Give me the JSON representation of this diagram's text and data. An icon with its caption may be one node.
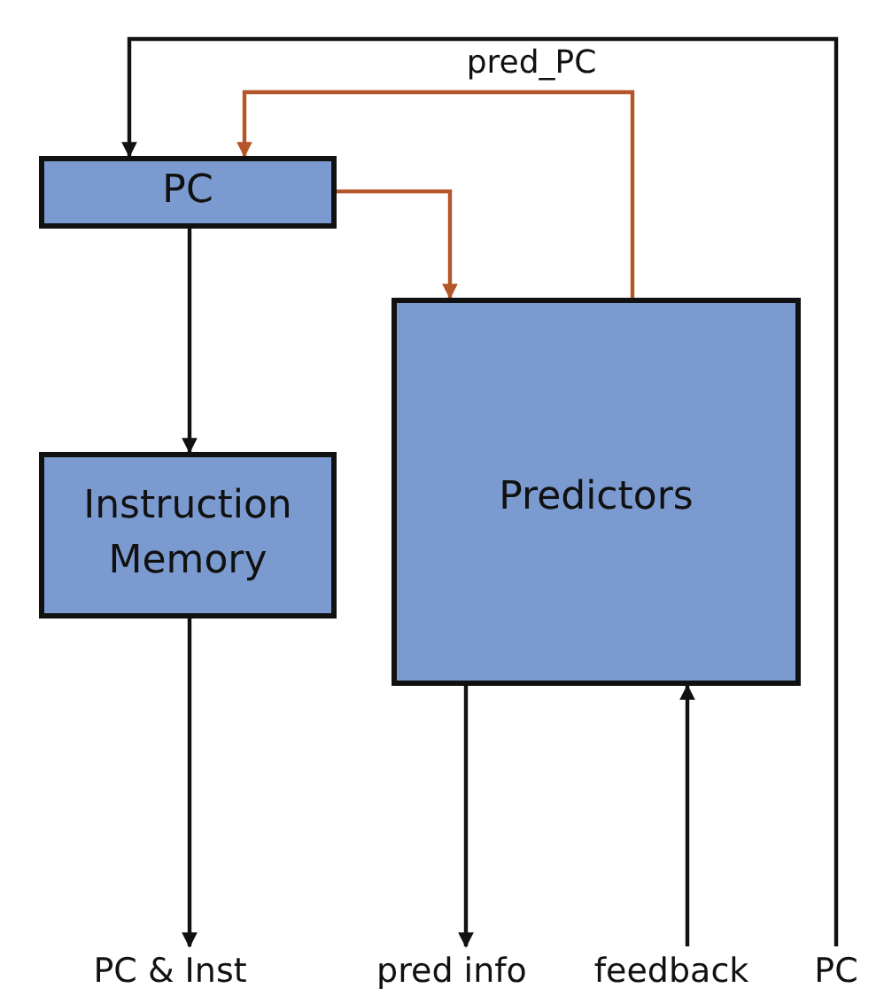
{
  "diagram": {
    "nodes": [
      {
        "text": [
          "PC"
        ]
      },
      {
        "text": [
          "Instruction Memory"
        ]
      },
      {
        "text": [
          "Predictors"
        ]
      },
      {
        "text": [
          "PC & Inst"
        ]
      },
      {
        "text": [
          "pred info"
        ]
      },
      {
        "text": [
          "feedback"
        ]
      },
      {
        "text": [
          "PC"
        ]
      }
    ],
    "edges": [
      {
        "from": 6,
        "to": 0,
        "arrow": "to"
      },
      {
        "from": 2,
        "to": 0,
        "arrow": "to",
        "label": "pred_PC",
        "color": "#b5562a"
      },
      {
        "from": 0,
        "to": 2,
        "arrow": "to",
        "color": "#b5562a"
      },
      {
        "from": 0,
        "to": 1,
        "arrow": "to"
      },
      {
        "from": 1,
        "to": 3,
        "arrow": "to"
      },
      {
        "from": 2,
        "to": 4,
        "arrow": "to"
      },
      {
        "from": 5,
        "to": 2,
        "arrow": "to"
      }
    ]
  }
}
